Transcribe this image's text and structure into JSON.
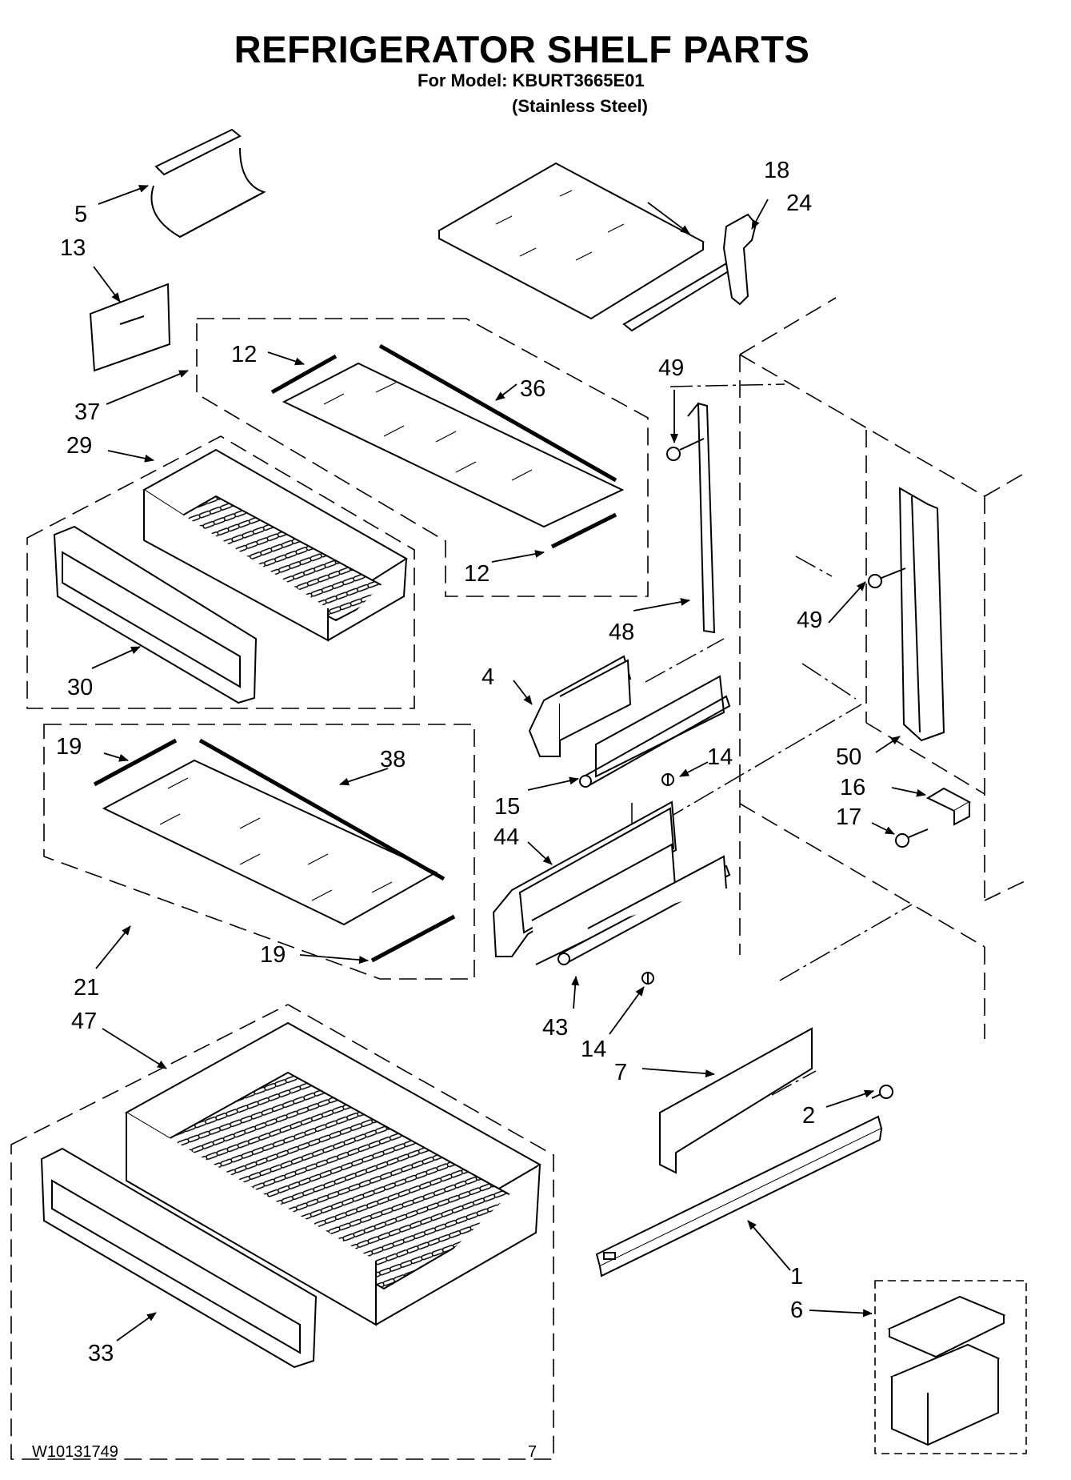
{
  "header": {
    "title": "REFRIGERATOR SHELF PARTS",
    "model_line": "For Model: KBURT3665E01",
    "finish_line": "(Stainless Steel)"
  },
  "footer": {
    "doc_number": "W10131749",
    "page_number": "7"
  },
  "callouts": {
    "c1": "1",
    "c2": "2",
    "c4": "4",
    "c5": "5",
    "c6": "6",
    "c7": "7",
    "c12a": "12",
    "c12b": "12",
    "c13": "13",
    "c14a": "14",
    "c14b": "14",
    "c15": "15",
    "c16": "16",
    "c17": "17",
    "c18": "18",
    "c19a": "19",
    "c19b": "19",
    "c21": "21",
    "c24": "24",
    "c29": "29",
    "c30": "30",
    "c33": "33",
    "c36": "36",
    "c37": "37",
    "c38": "38",
    "c43": "43",
    "c44": "44",
    "c47": "47",
    "c48": "48",
    "c49a": "49",
    "c49b": "49",
    "c50": "50"
  }
}
